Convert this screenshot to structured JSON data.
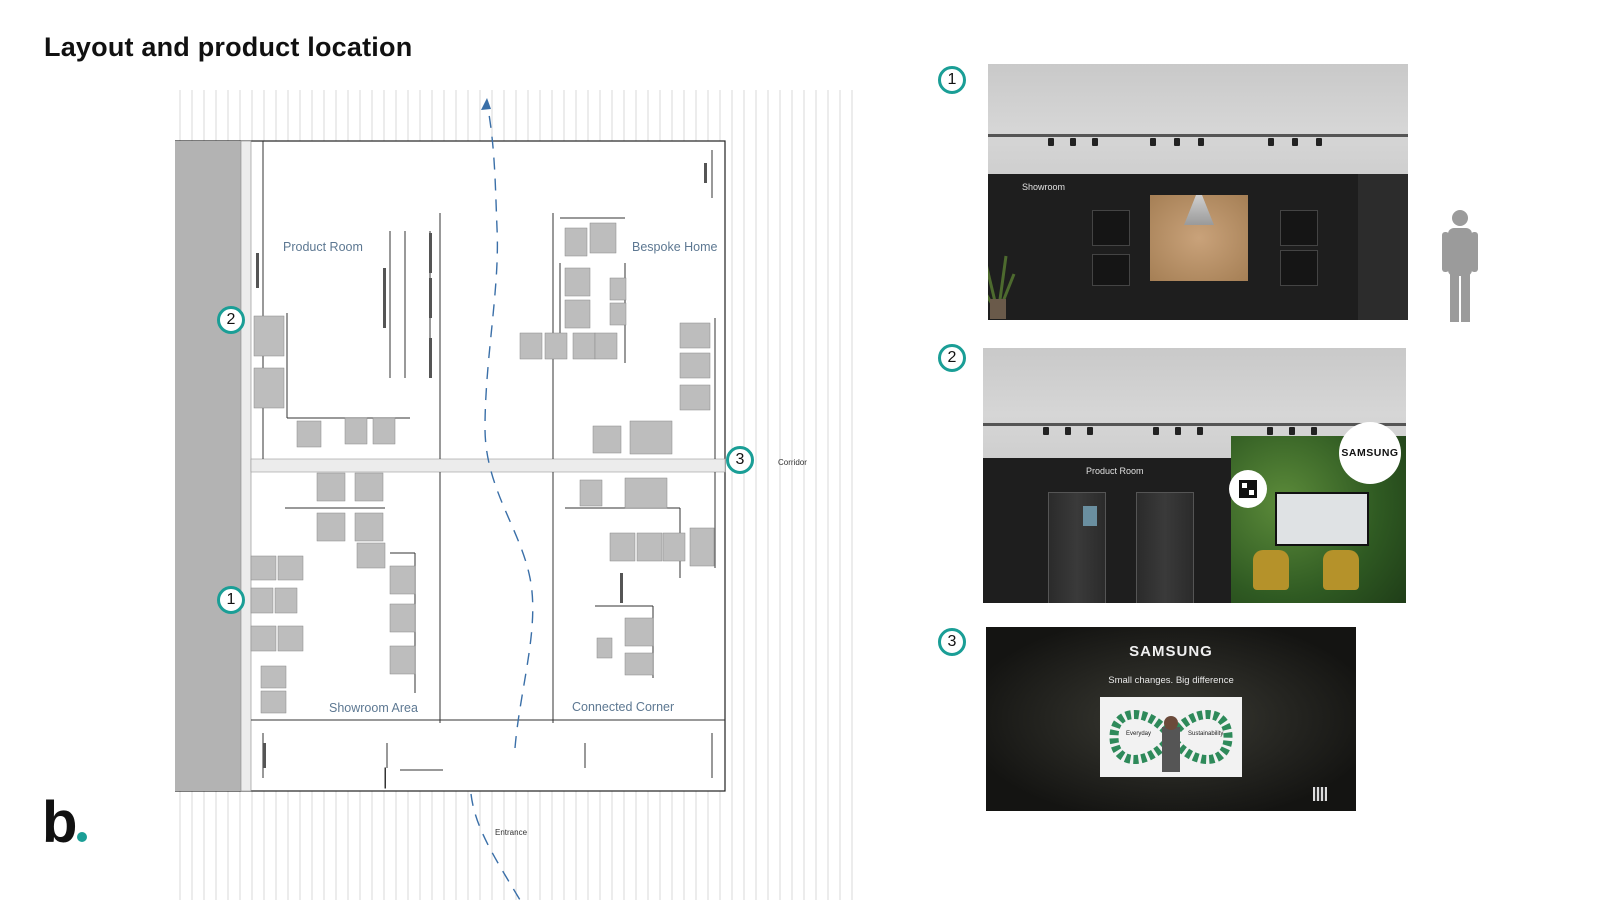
{
  "slide": {
    "title": "Layout and product location",
    "logo_letter": "b",
    "accent": "#1a9e96"
  },
  "plan": {
    "rooms": {
      "product_room": "Product Room",
      "bespoke_home": "Bespoke Home",
      "showroom_area": "Showroom Area",
      "connected_corner": "Connected Corner"
    },
    "labels": {
      "corridor": "Corridor",
      "entrance": "Entrance"
    },
    "badges": [
      "1",
      "2",
      "3"
    ]
  },
  "renders": {
    "r1": {
      "badge": "1",
      "wall_label": "Showroom"
    },
    "r2": {
      "badge": "2",
      "wall_label": "Product Room",
      "brand": "SAMSUNG"
    },
    "r3": {
      "badge": "3",
      "brand": "SAMSUNG",
      "tagline": "Small changes. Big difference",
      "loop_left": "Everyday",
      "loop_right": "Sustainability"
    }
  },
  "colors": {
    "badge_ring": "#1a9e96",
    "room_label": "#5d7892",
    "path": "#3a6fa8",
    "wall_dark": "#1e1e1e",
    "ceiling": "#cfcfcf"
  }
}
